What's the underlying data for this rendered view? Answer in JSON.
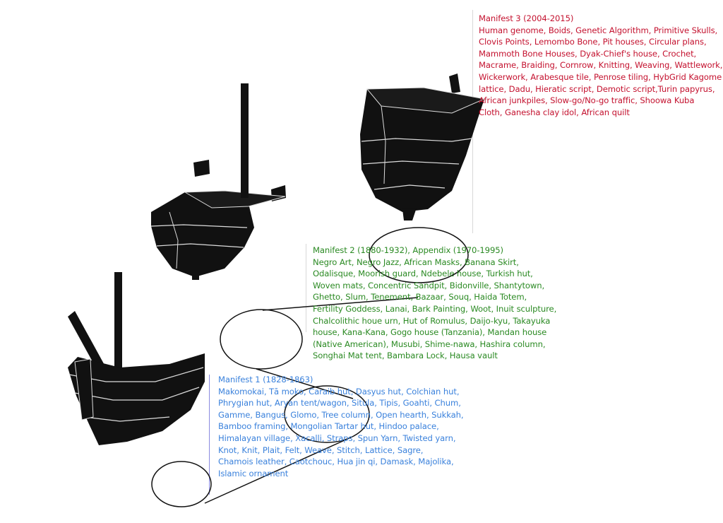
{
  "manifests": [
    {
      "title": "Manifest 3 (2004-2015)",
      "lines": [
        "Human genome, Boids, Genetic Algorithm, Primitive Skulls,",
        "Clovis Points, Lemombo Bone, Pit houses, Circular plans,",
        "Mammoth Bone Houses, Dyak-Chief's house, Crochet,",
        "Macrame, Braiding, Cornrow, Knitting, Weaving, Wattlework,",
        "Wickerwork, Arabesque tile, Penrose tiling, HybGrid Kagome",
        "lattice, Dadu, Hieratic script, Demotic script,Turin papyrus,",
        "African junkpiles, Slow-go/No-go traffic, Shoowa Kuba",
        "Cloth, Ganesha clay idol,  African quilt"
      ],
      "color": "#c4122f"
    },
    {
      "title": "Manifest 2 (1880-1932), Appendix (1970-1995)",
      "lines": [
        "Negro Art, Negro Jazz, African Masks, Banana Skirt,",
        "Odalisque, Moorish guard, Ndebele house, Turkish hut,",
        "Woven mats, Concentric Sandpit, Bidonville, Shantytown,",
        "Ghetto, Slum, Tenement, Bazaar, Souq, Haida Totem,",
        "Fertility Goddess, Lanai, Bark Painting, Woot, Inuit sculpture,",
        "Chalcolithic houe urn, Hut of Romulus, Daijo-kyu, Takayuka",
        "house, Kana-Kana, Gogo house (Tanzania), Mandan house",
        "(Native American), Musubi, Shime-nawa, Hashira column,",
        "Songhai Mat tent, Bambara Lock, Hausa vault"
      ],
      "color": "#2b8a23"
    },
    {
      "title": "Manifest 1 (1828-1863)",
      "lines": [
        "Makomokai, Tā moko, Caraib hut, Dasyus hut, Colchian hut,",
        "Phrygian hut, Aryan tent/wagon, Situla, Tipis, Goahti, Chum,",
        "Gamme, Bangus, Glomo, Tree column, Open hearth, Sukkah,",
        "Bamboo framing, Mongolian Tartar hut, Hindoo palace,",
        "Himalayan village, Xacalli, Straps, Spun Yarn, Twisted yarn,",
        "Knot, Knit, Plait, Felt, Weave, Stitch, Lattice, Sagre,",
        "Chamois leather, Caotchouc, Hua jin qi, Damask, Majolika,",
        "Islamic ornament"
      ],
      "color": "#3b82dc"
    }
  ]
}
